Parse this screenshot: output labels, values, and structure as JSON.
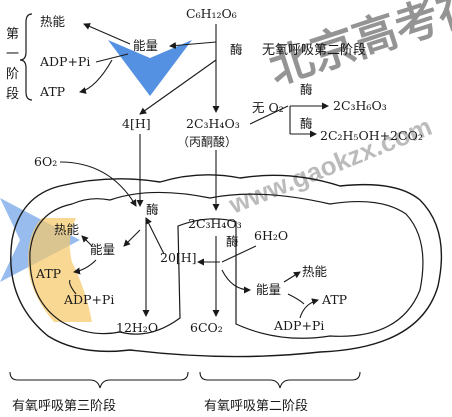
{
  "colors": {
    "ink": "#1a1a1a",
    "watermark": "#1f6fd8",
    "highlight": "#f6c766"
  },
  "watermark": {
    "brand": "北京高考在线",
    "url": "www.gaokzx.com",
    "icon": "arrow-logo-icon"
  },
  "stage1": {
    "bracket_label": [
      "第",
      "一",
      "阶",
      "段"
    ],
    "heat": "热能",
    "adp": "ADP+Pi",
    "atp": "ATP",
    "energy": "能量",
    "glucose": "C₆H₁₂O₆",
    "enzyme": "酶",
    "nadh": "4[H]",
    "pyruvate": "2C₃H₄O₃",
    "pyruvate_name": "（丙酮酸）"
  },
  "anaerobic": {
    "title": "无氧呼吸第二阶段",
    "no_o2": "无 O₂",
    "enzyme_top": "酶",
    "enzyme_bottom": "酶",
    "product1": "2C₃H₆O₃",
    "product2": "2C₂H₅OH+2CO₂"
  },
  "mito": {
    "o2": "6O₂",
    "enzyme_left": "酶",
    "pyruvate_in": "2C₃H₄O₃",
    "enzyme_mid": "酶",
    "h2o_in": "6H₂O",
    "nadh_20": "20[H]",
    "heat_left": "热能",
    "energy_left": "能量",
    "atp_left": "ATP",
    "adp_left": "ADP+Pi",
    "energy_right": "能量",
    "heat_right": "热能",
    "atp_right": "ATP",
    "adp_right": "ADP+Pi",
    "water_out": "12H₂O",
    "co2_out": "6CO₂"
  },
  "footer": {
    "stage3": "有氧呼吸第三阶段",
    "stage2": "有氧呼吸第二阶段"
  }
}
